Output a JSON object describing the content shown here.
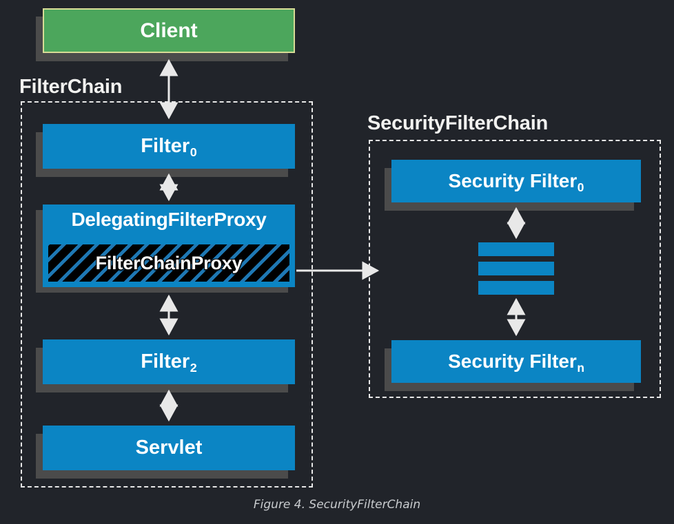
{
  "figure": {
    "caption": "Figure 4. SecurityFilterChain",
    "background_color": "#21242A",
    "blue_color": "#0B85C4",
    "green_color": "#4CA65C",
    "shadow_color": "#4B4B4B",
    "dashed_border_color": "#E8E8E8",
    "arrow_color": "#E8E8E8",
    "text_color": "#FFFFFF"
  },
  "nodes": {
    "client": {
      "label": "Client"
    },
    "filter0": {
      "label": "Filter",
      "subscript": "0"
    },
    "delegating_filter_proxy": {
      "label": "DelegatingFilterProxy"
    },
    "filter_chain_proxy": {
      "label": "FilterChainProxy"
    },
    "filter2": {
      "label": "Filter",
      "subscript": "2"
    },
    "servlet": {
      "label": "Servlet"
    },
    "security_filter0": {
      "label": "Security Filter",
      "subscript": "0"
    },
    "security_filtern": {
      "label": "Security Filter",
      "subscript": "n"
    }
  },
  "groups": {
    "filter_chain": {
      "label": "FilterChain"
    },
    "security_filter_chain": {
      "label": "SecurityFilterChain"
    }
  },
  "connections": [
    {
      "from": "client",
      "to": "filter0",
      "type": "bidirectional"
    },
    {
      "from": "filter0",
      "to": "delegating_filter_proxy",
      "type": "bidirectional"
    },
    {
      "from": "delegating_filter_proxy",
      "to": "filter2",
      "type": "bidirectional"
    },
    {
      "from": "filter2",
      "to": "servlet",
      "type": "bidirectional"
    },
    {
      "from": "filter_chain_proxy",
      "to": "security_filter_chain",
      "type": "unidirectional"
    },
    {
      "from": "security_filter0",
      "to": "ellipsis",
      "type": "bidirectional"
    },
    {
      "from": "ellipsis",
      "to": "security_filtern",
      "type": "bidirectional"
    }
  ],
  "ellipsis": {
    "bars": 3
  }
}
